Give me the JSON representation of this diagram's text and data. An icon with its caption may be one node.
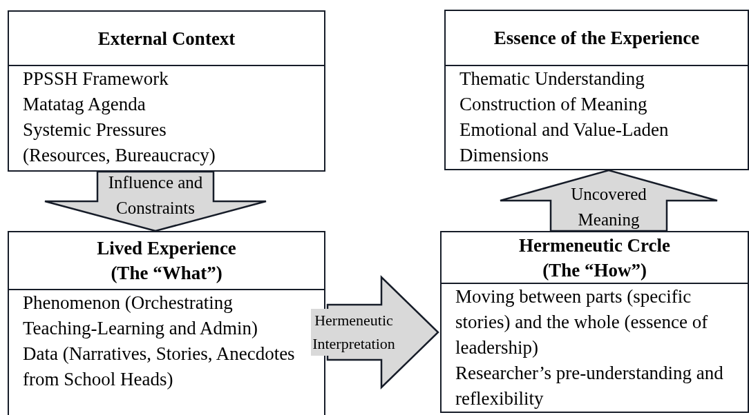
{
  "diagram": {
    "nodes": [
      {
        "text": [
          "External Context",
          "PPSSH Framework",
          "Matatag Agenda",
          "Systemic Pressures (Resources, Bureaucracy)"
        ]
      },
      {
        "text": [
          "Essence of the Experience",
          "Thematic Understanding",
          "Construction of Meaning",
          "Emotional and Value-Laden Dimensions"
        ]
      },
      {
        "text": [
          "Lived Experience (The “What”)",
          "Phenomenon (Orchestrating Teaching-Learning and Admin)",
          "Data (Narratives, Stories, Anecdotes from School Heads)"
        ]
      },
      {
        "text": [
          "Hermeneutic Crcle (The “How”)",
          "Moving between parts (specific stories) and the whole (essence of leadership)",
          "Researcher’s pre-understanding and reflexibility"
        ]
      }
    ],
    "edges": [
      {
        "from": 0,
        "to": 2,
        "arrow": "to",
        "label": "Influence and Constraints"
      },
      {
        "from": 2,
        "to": 3,
        "arrow": "to",
        "label": "Hermeneutic Interpretation"
      },
      {
        "from": 3,
        "to": 1,
        "arrow": "to",
        "label": "Uncovered Meaning"
      }
    ]
  }
}
